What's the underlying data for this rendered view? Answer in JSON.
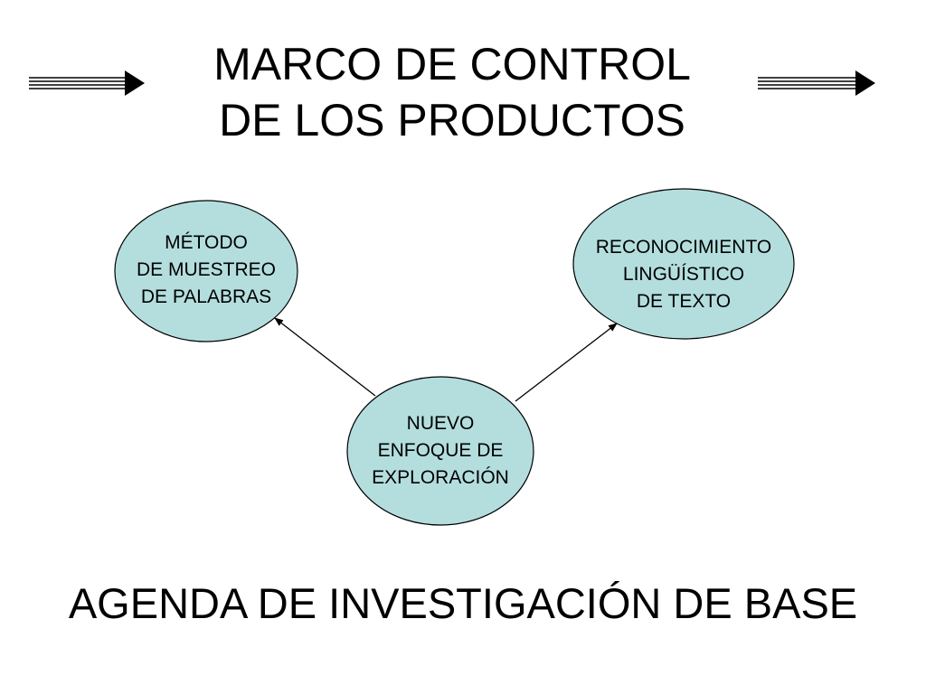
{
  "title": {
    "line1": "MARCO DE CONTROL",
    "line2": "DE LOS PRODUCTOS"
  },
  "nodes": {
    "left": {
      "lines": [
        "MÉTODO",
        "DE MUESTREO",
        "DE PALABRAS"
      ]
    },
    "right": {
      "lines": [
        "RECONOCIMIENTO",
        "LINGÜÍSTICO",
        "DE TEXTO"
      ]
    },
    "center": {
      "lines": [
        "NUEVO",
        "ENFOQUE DE",
        "EXPLORACIÓN"
      ]
    }
  },
  "footer": {
    "text": "AGENDA DE INVESTIGACIÓN DE BASE"
  },
  "colors": {
    "node_fill": "#B4DEDE",
    "stroke": "#000000",
    "background": "#FFFFFF"
  }
}
